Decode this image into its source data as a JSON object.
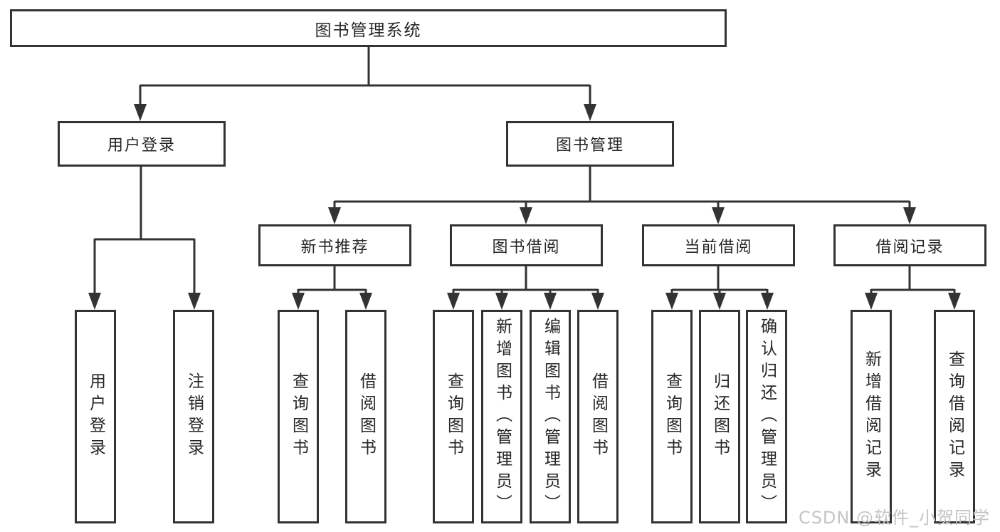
{
  "diagram_title": "图书管理系统",
  "watermark": "CSDN @软件_小贺同学",
  "colors": {
    "line": "#333333",
    "text": "#262626",
    "box_fill": "#ffffff",
    "watermark": "#c5c5c5"
  },
  "tree": {
    "label": "图书管理系统",
    "children": [
      {
        "label": "用户登录",
        "children": [
          {
            "label": "用户登录"
          },
          {
            "label": "注销登录"
          }
        ]
      },
      {
        "label": "图书管理",
        "children": [
          {
            "label": "新书推荐",
            "children": [
              {
                "label": "查询图书"
              },
              {
                "label": "借阅图书"
              }
            ]
          },
          {
            "label": "图书借阅",
            "children": [
              {
                "label": "查询图书"
              },
              {
                "label": "新增图书（管理员）"
              },
              {
                "label": "编辑图书（管理员）"
              },
              {
                "label": "借阅图书"
              }
            ]
          },
          {
            "label": "当前借阅",
            "children": [
              {
                "label": "查询图书"
              },
              {
                "label": "归还图书"
              },
              {
                "label": "确认归还（管理员）"
              }
            ]
          },
          {
            "label": "借阅记录",
            "children": [
              {
                "label": "新增借阅记录"
              },
              {
                "label": "查询借阅记录"
              }
            ]
          }
        ]
      }
    ]
  }
}
